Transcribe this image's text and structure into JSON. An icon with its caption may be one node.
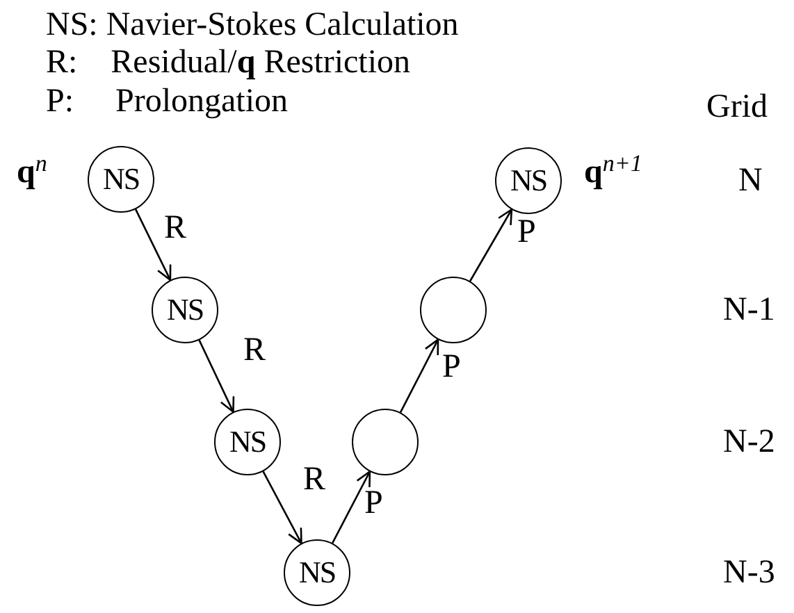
{
  "diagram": {
    "nodes": [
      {
        "text": [
          "NS"
        ],
        "beside": [
          "**q**$^{n}$"
        ]
      },
      {
        "text": [
          "NS"
        ]
      },
      {
        "text": [
          "NS"
        ]
      },
      {
        "text": [
          "NS"
        ]
      },
      {
        "text": [],
        "shape": "circle"
      },
      {
        "text": [],
        "shape": "circle"
      },
      {
        "text": [
          "NS"
        ],
        "beside": [
          "**q**$^{n+1}$"
        ]
      }
    ],
    "edges": [
      {
        "from": 0,
        "to": 1,
        "arrow": "to",
        "label": "R"
      },
      {
        "from": 1,
        "to": 2,
        "arrow": "to",
        "label": "R"
      },
      {
        "from": 2,
        "to": 3,
        "arrow": "to",
        "label": "R"
      },
      {
        "from": 3,
        "to": 4,
        "arrow": "to",
        "label": "P"
      },
      {
        "from": 4,
        "to": 5,
        "arrow": "to",
        "label": "P"
      },
      {
        "from": 5,
        "to": 6,
        "arrow": "to",
        "label": "P"
      }
    ],
    "labels": [
      "NS: Navier-Stokes Calculation",
      "R:    Residual/**q** Restriction",
      "P:     Prolongation",
      "Grid",
      "N",
      "N-1",
      "N-2",
      "N-3"
    ]
  }
}
